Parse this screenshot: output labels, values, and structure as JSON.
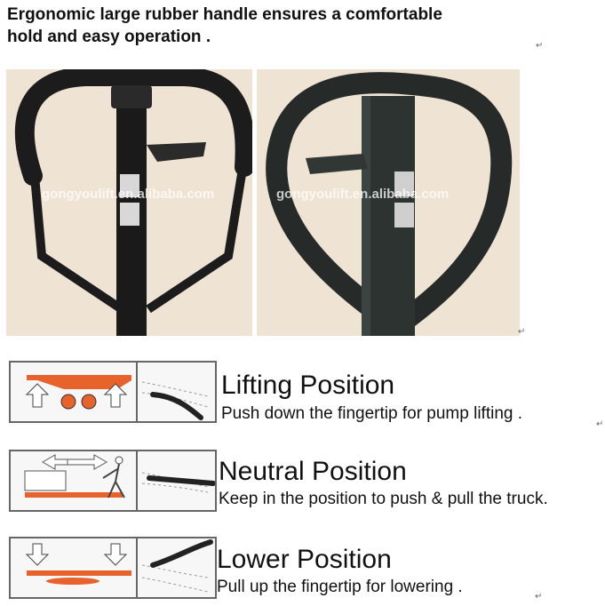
{
  "header": {
    "line1": "Ergonomic large rubber handle ensures a comfortable",
    "line2": "hold and easy operation ."
  },
  "watermark": "gongyoulift.en.alibaba.com",
  "return_mark": "↵",
  "positions": [
    {
      "title": "Lifting Position",
      "description": "Push down the fingertip for pump lifting ."
    },
    {
      "title": "Neutral Position",
      "description": "Keep in the position to push & pull the truck."
    },
    {
      "title": "Lower Position",
      "description": "Pull up the fingertip for lowering ."
    }
  ],
  "colors": {
    "accent": "#e8632b",
    "handle": "#1c1c1c",
    "photo_bg": "#efe3d3"
  }
}
